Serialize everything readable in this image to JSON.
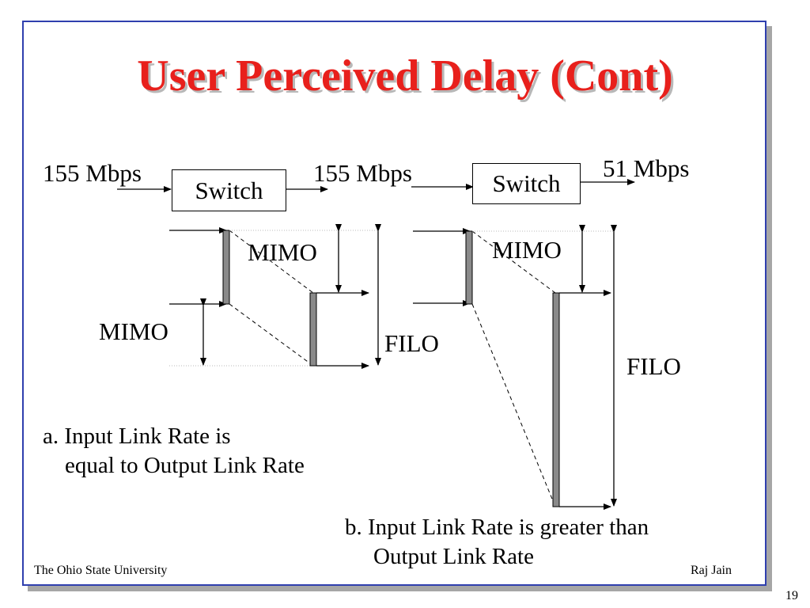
{
  "slide": {
    "title": "User Perceived Delay (Cont)",
    "page_number": "19",
    "footer_left": "The Ohio State University",
    "footer_right": "Raj Jain"
  },
  "diagram": {
    "case_a": {
      "input_rate": "155 Mbps",
      "switch_label": "Switch",
      "output_rate": "155 Mbps",
      "mimo_top": "MIMO",
      "mimo_left": "MIMO",
      "filo": "FILO",
      "caption_line1": "a. Input Link Rate is",
      "caption_line2": "equal to Output Link Rate"
    },
    "case_b": {
      "switch_label": "Switch",
      "output_rate": "51 Mbps",
      "mimo_top": "MIMO",
      "filo": "FILO",
      "caption_line1": "b. Input Link Rate is greater than",
      "caption_line2": "Output Link Rate"
    }
  }
}
